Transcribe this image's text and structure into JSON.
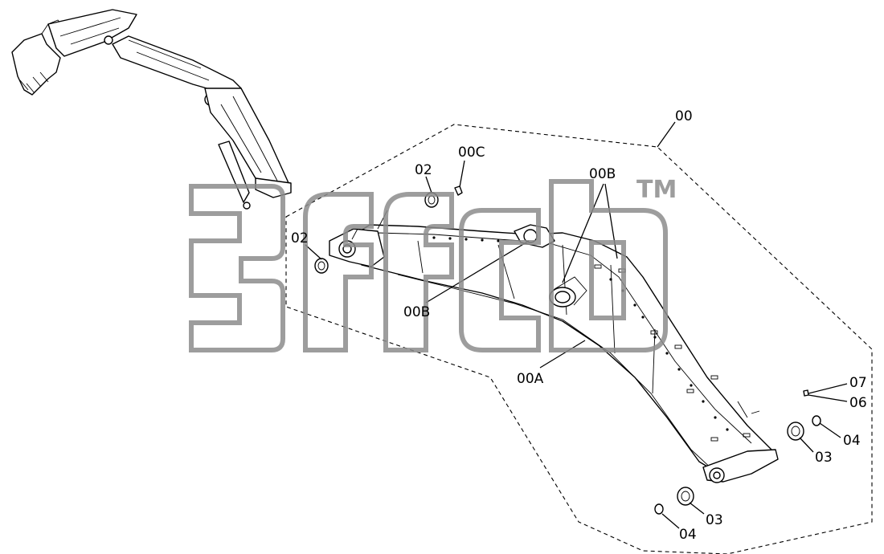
{
  "diagram": {
    "labels": {
      "assembly": "00",
      "boom": "00A",
      "bushing_upper_right": "00B",
      "bushing_lower_left": "00B",
      "pin_c": "00C",
      "bushing_02_upper": "02",
      "bushing_02_left": "02",
      "bushing_03_right": "03",
      "bushing_03_lower": "03",
      "ring_04_right": "04",
      "ring_04_lower": "04",
      "pin_06": "06",
      "pin_07": "07"
    },
    "watermark": {
      "text": "3ffcb",
      "mark": "TM"
    }
  }
}
